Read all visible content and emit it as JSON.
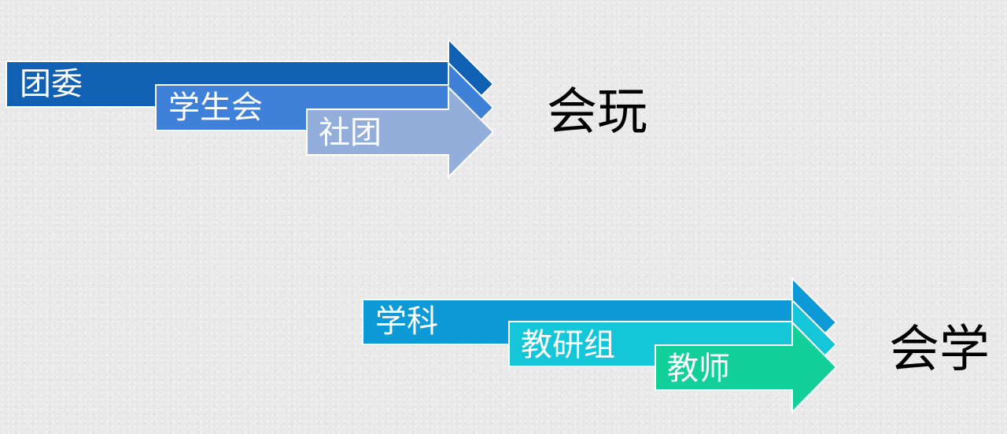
{
  "groups": [
    {
      "arrows": [
        {
          "label": "团委",
          "color": "#1060b4"
        },
        {
          "label": "学生会",
          "color": "#3f80d8"
        },
        {
          "label": "社团",
          "color": "#93aedb"
        }
      ],
      "result": "会玩"
    },
    {
      "arrows": [
        {
          "label": "学科",
          "color": "#0e9ad6"
        },
        {
          "label": "教研组",
          "color": "#14c6d7"
        },
        {
          "label": "教师",
          "color": "#13d09a"
        }
      ],
      "result": "会学"
    }
  ],
  "colors": {
    "arrow_outline": "#ffffff",
    "result_text": "#000000"
  }
}
